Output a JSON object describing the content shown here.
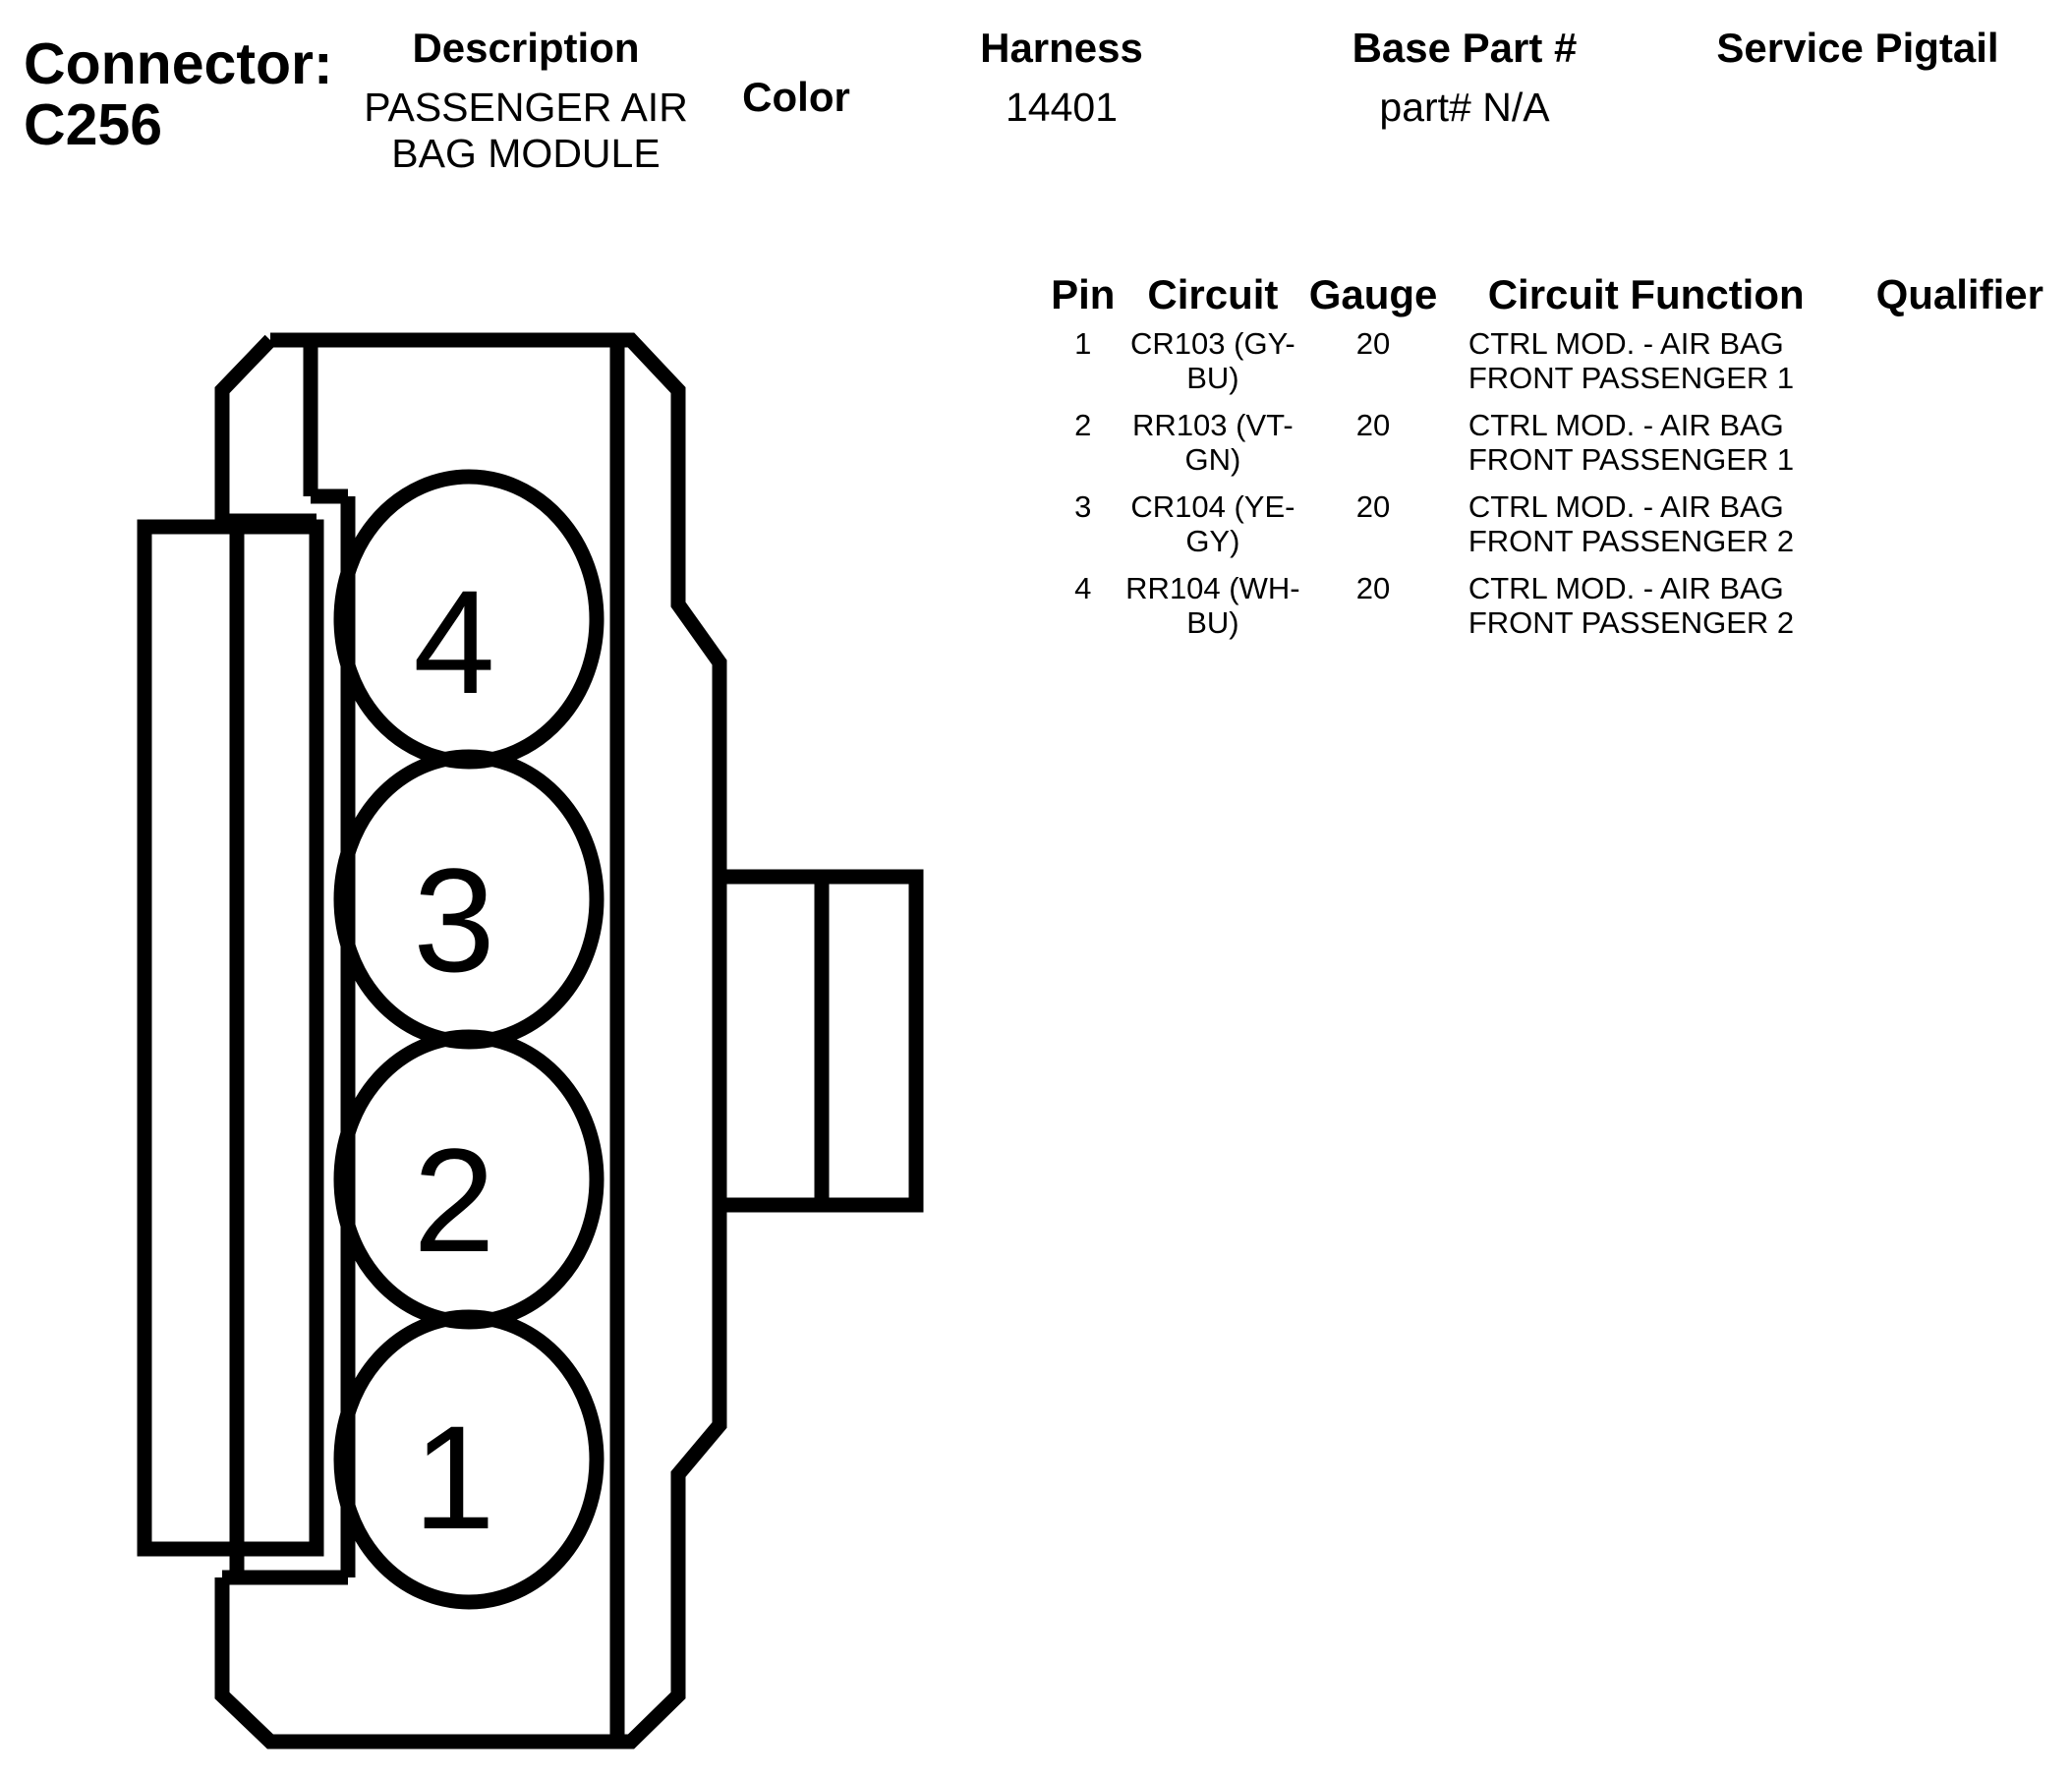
{
  "header": {
    "connector_label": "Connector:",
    "connector_id": "C256",
    "description_label": "Description",
    "description_value": "PASSENGER AIR BAG MODULE",
    "color_label": "Color",
    "harness_label": "Harness",
    "harness_value": "14401",
    "base_part_label": "Base Part #",
    "base_part_value": "part# N/A",
    "service_pigtail_label": "Service Pigtail"
  },
  "diagram": {
    "pins": [
      "4",
      "3",
      "2",
      "1"
    ]
  },
  "pin_table": {
    "columns": [
      "Pin",
      "Circuit",
      "Gauge",
      "Circuit Function",
      "Qualifier"
    ],
    "rows": [
      {
        "pin": "1",
        "circuit": "CR103 (GY-BU)",
        "gauge": "20",
        "function": "CTRL MOD. - AIR BAG FRONT PASSENGER 1",
        "qualifier": ""
      },
      {
        "pin": "2",
        "circuit": "RR103 (VT-GN)",
        "gauge": "20",
        "function": "CTRL MOD. - AIR BAG FRONT PASSENGER 1",
        "qualifier": ""
      },
      {
        "pin": "3",
        "circuit": "CR104 (YE-GY)",
        "gauge": "20",
        "function": "CTRL MOD. - AIR BAG FRONT PASSENGER 2",
        "qualifier": ""
      },
      {
        "pin": "4",
        "circuit": "RR104 (WH-BU)",
        "gauge": "20",
        "function": "CTRL MOD. - AIR BAG FRONT PASSENGER 2",
        "qualifier": ""
      }
    ]
  }
}
